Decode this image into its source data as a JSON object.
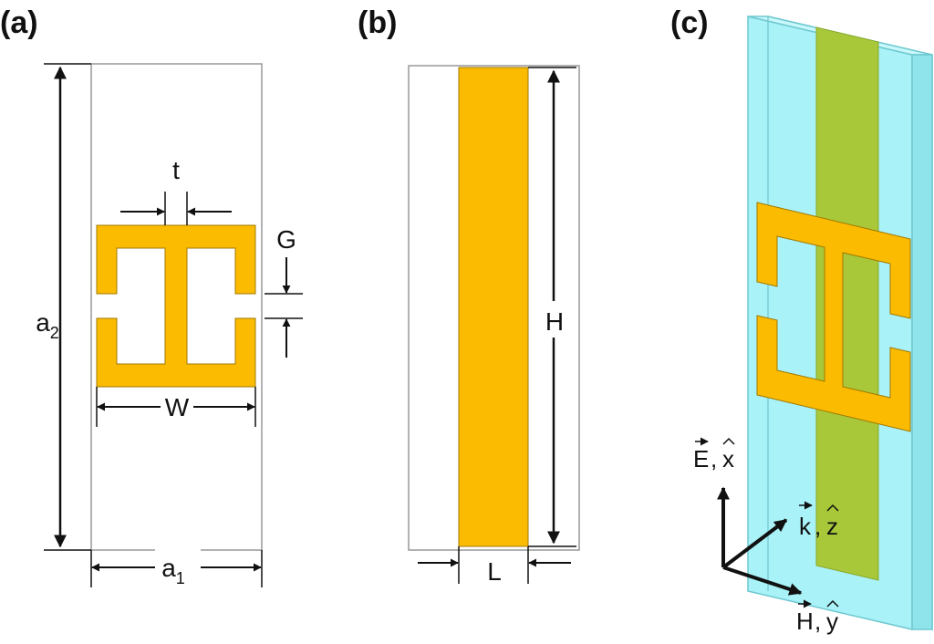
{
  "panels": {
    "a": {
      "label": "(a)"
    },
    "b": {
      "label": "(b)"
    },
    "c": {
      "label": "(c)"
    }
  },
  "dimensions": {
    "t": "t",
    "G": "G",
    "a2": {
      "main": "a",
      "sub": "2"
    },
    "W": "W",
    "a1": {
      "main": "a",
      "sub": "1"
    },
    "H": "H",
    "L": "L"
  },
  "axes": {
    "E": {
      "vec": "E",
      "comma": ",",
      "unit": "x"
    },
    "k": {
      "vec": "k",
      "comma": ",",
      "unit": "z"
    },
    "H": {
      "vec": "H",
      "comma": ",",
      "unit": "y"
    }
  },
  "colors": {
    "metal": "#fbbb00",
    "metal_stroke": "#a07800",
    "substrate": "#a9f2f8",
    "substrate_edge": "#6fc8d0",
    "strip_overlap": "#a8c83a",
    "line": "#111111",
    "cell_border": "#999999"
  }
}
